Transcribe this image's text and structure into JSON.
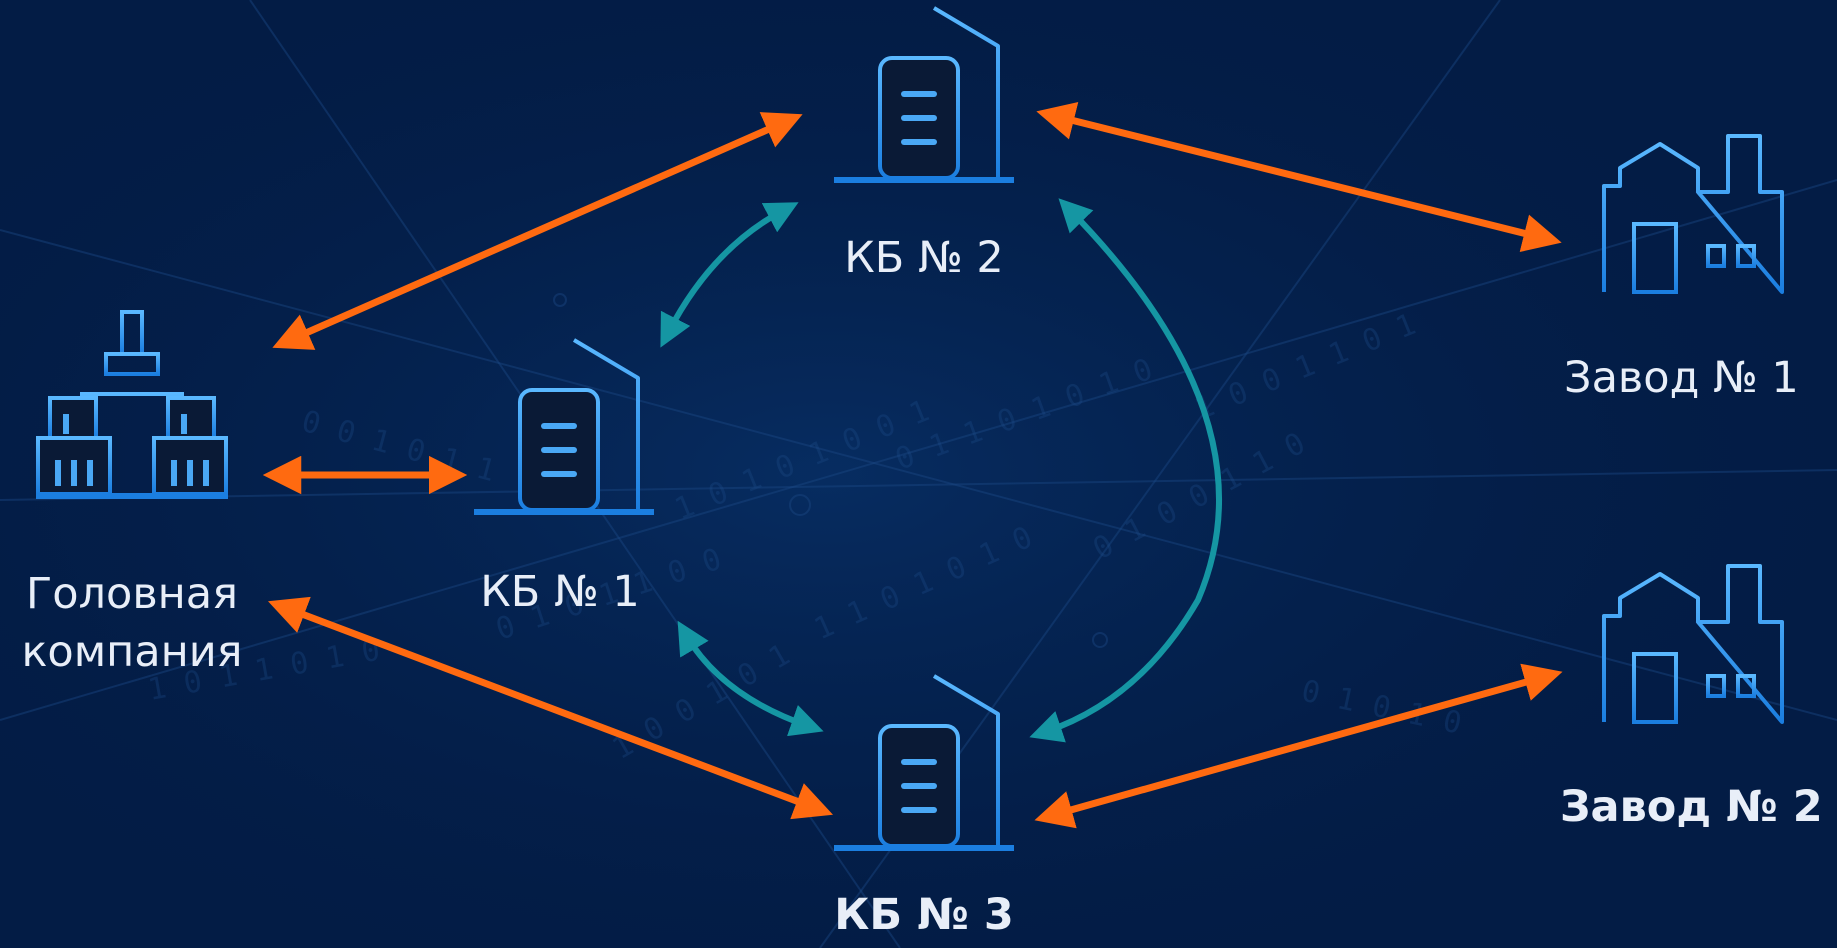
{
  "nodes": {
    "head_office": {
      "label_line1": "Головная",
      "label_line2": "компания",
      "icon": "skyscraper-icon"
    },
    "kb1": {
      "label": "КБ № 1",
      "icon": "office-building-icon"
    },
    "kb2": {
      "label": "КБ № 2",
      "icon": "office-building-icon"
    },
    "kb3": {
      "label": "КБ № 3",
      "icon": "office-building-icon"
    },
    "plant1": {
      "label": "Завод № 1",
      "icon": "factory-icon"
    },
    "plant2": {
      "label": "Завод № 2",
      "icon": "factory-icon"
    }
  },
  "connections": [
    {
      "from": "head_office",
      "to": "kb2",
      "type": "orange"
    },
    {
      "from": "head_office",
      "to": "kb1",
      "type": "orange"
    },
    {
      "from": "head_office",
      "to": "kb3",
      "type": "orange"
    },
    {
      "from": "kb2",
      "to": "plant1",
      "type": "orange"
    },
    {
      "from": "kb3",
      "to": "plant2",
      "type": "orange"
    },
    {
      "from": "kb1",
      "to": "kb2",
      "type": "teal"
    },
    {
      "from": "kb1",
      "to": "kb3",
      "type": "teal"
    },
    {
      "from": "kb2",
      "to": "kb3",
      "type": "teal"
    }
  ],
  "colors": {
    "background": "#031c45",
    "orange_arrow": "#ff6a10",
    "teal_arrow": "#14a3b0",
    "icon_stroke": "#3d9ef2",
    "label": "#e8eef8"
  },
  "background_texture": "binary-digits-and-circuit-lines"
}
